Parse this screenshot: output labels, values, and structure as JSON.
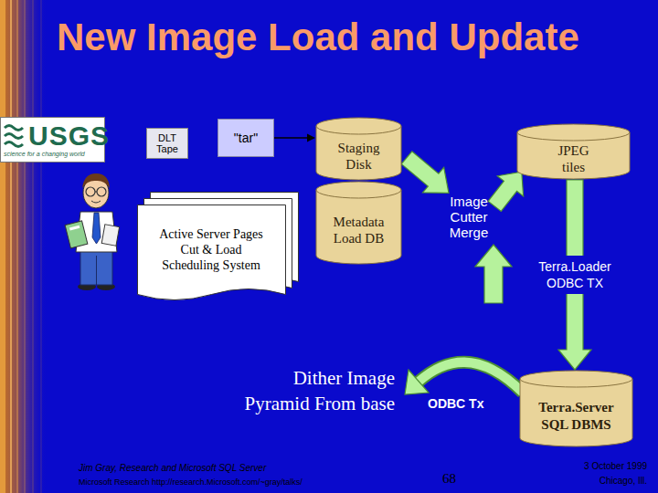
{
  "diagram": {
    "title": "New Image Load and Update",
    "nodes": [
      {
        "text": [
          "USGS",
          "science for a changing world"
        ]
      },
      {
        "text": [
          "DLT Tape"
        ]
      },
      {
        "text": [
          "\"tar\""
        ]
      },
      {
        "text": [
          "Active Server Pages Cut & Load Scheduling System"
        ]
      },
      {
        "text": [
          "Staging Disk"
        ]
      },
      {
        "text": [
          "Metadata Load DB"
        ]
      },
      {
        "text": [
          "JPEG tiles"
        ]
      },
      {
        "text": [
          "Terra.Server SQL DBMS"
        ]
      }
    ],
    "edges": [
      {
        "from": 2,
        "to": 4,
        "arrow": "to"
      },
      {
        "from": 6,
        "to": 7,
        "label": "Terra.Loader ODBC TX",
        "arrow": "to"
      }
    ],
    "labels": [
      "Image Cutter Merge",
      "Dither Image Pyramid From base",
      "ODBC Tx",
      "Jim Gray, Research and Microsoft SQL Server",
      "Microsoft Research http://research.Microsoft.com/~gray/talks/",
      "68",
      "3 October 1999",
      "Chicago, Ill."
    ]
  }
}
